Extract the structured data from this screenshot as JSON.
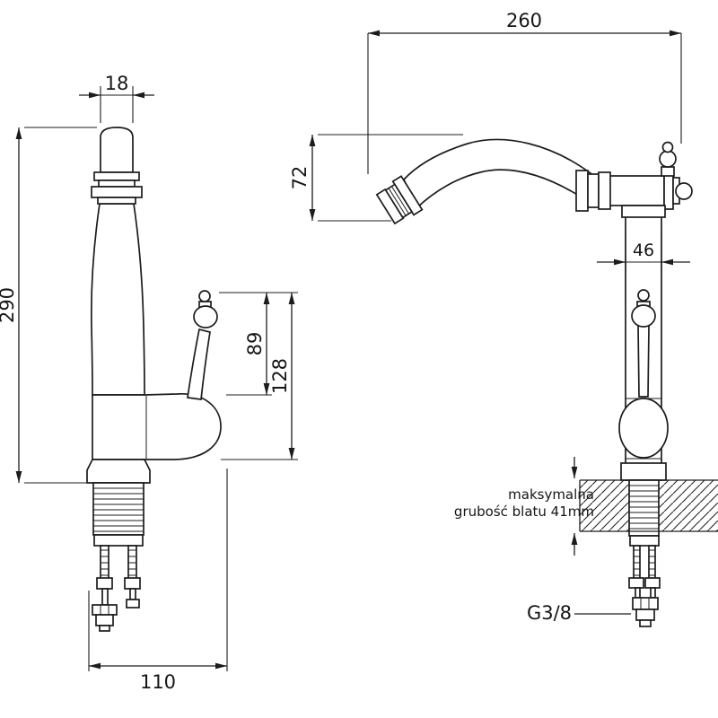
{
  "drawing": {
    "left_view": {
      "spout_top_width_mm": "18",
      "height_mm": "290",
      "handle_upper_mm": "89",
      "handle_total_mm": "128",
      "base_depth_mm": "110"
    },
    "right_view": {
      "spout_reach_mm": "260",
      "spout_drop_mm": "72",
      "body_width_mm": "46",
      "counter_note_line1": "maksymalna",
      "counter_note_line2": "grubość blatu 41mm",
      "thread_size": "G3/8"
    }
  }
}
